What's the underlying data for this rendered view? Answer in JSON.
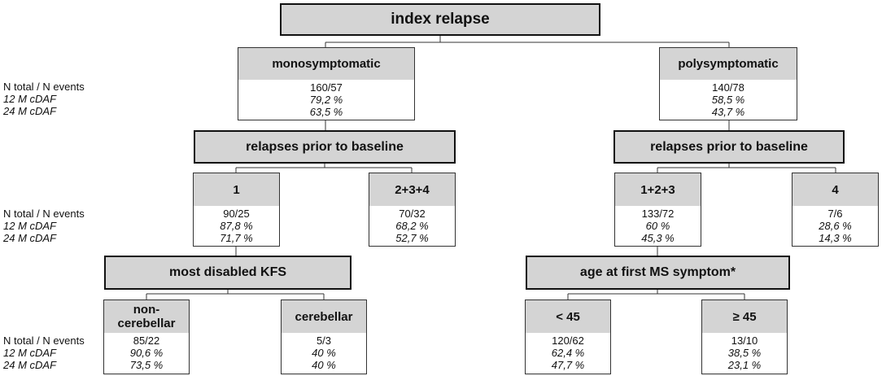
{
  "row_labels": {
    "n_label": "N total / N events",
    "m12_label": "12 M cDAF",
    "m24_label": "24 M cDAF"
  },
  "splits": {
    "root": "index relapse",
    "relapses_left": "relapses prior to baseline",
    "relapses_right": "relapses prior to baseline",
    "kfs": "most disabled KFS",
    "age": "age at first MS symptom*"
  },
  "nodes": {
    "mono": {
      "label": "monosymptomatic",
      "n": "160/57",
      "m12": "79,2 %",
      "m24": "63,5 %"
    },
    "poly": {
      "label": "polysymptomatic",
      "n": "140/78",
      "m12": "58,5 %",
      "m24": "43,7 %"
    },
    "r1": {
      "label": "1",
      "n": "90/25",
      "m12": "87,8 %",
      "m24": "71,7 %"
    },
    "r234": {
      "label": "2+3+4",
      "n": "70/32",
      "m12": "68,2 %",
      "m24": "52,7 %"
    },
    "r123": {
      "label": "1+2+3",
      "n": "133/72",
      "m12": "60 %",
      "m24": "45,3 %"
    },
    "r4": {
      "label": "4",
      "n": "7/6",
      "m12": "28,6 %",
      "m24": "14,3 %"
    },
    "noncereb": {
      "label": "non-\ncerebellar",
      "n": "85/22",
      "m12": "90,6 %",
      "m24": "73,5 %"
    },
    "cereb": {
      "label": "cerebellar",
      "n": "5/3",
      "m12": "40 %",
      "m24": "40 %"
    },
    "lt45": {
      "label": "< 45",
      "n": "120/62",
      "m12": "62,4 %",
      "m24": "47,7 %"
    },
    "ge45": {
      "label": "≥ 45",
      "n": "13/10",
      "m12": "38,5 %",
      "m24": "23,1 %"
    }
  }
}
